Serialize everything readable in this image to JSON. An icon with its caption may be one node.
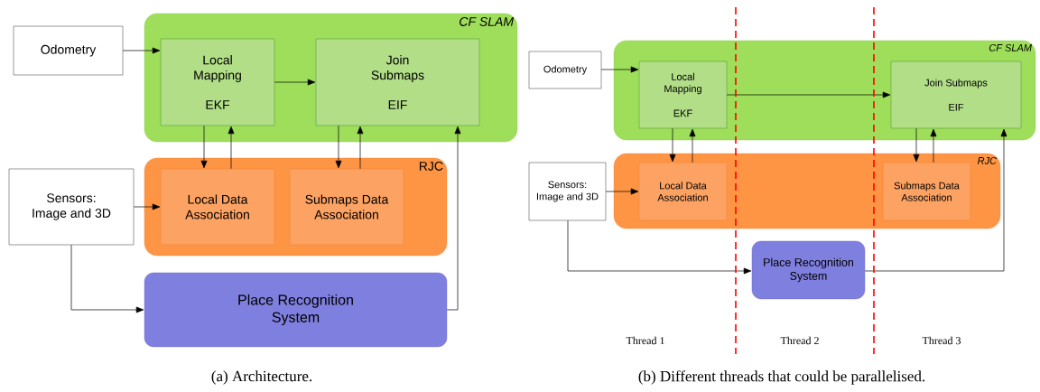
{
  "diagram": {
    "nodes": [
      {
        "text": [
          "CF SLAM"
        ]
      },
      {
        "text": [
          "Local Mapping",
          "EKF"
        ],
        "in": 0
      },
      {
        "text": [
          "Join Submaps",
          "EIF"
        ],
        "in": 0
      },
      {
        "text": [
          "Odometry"
        ]
      },
      {
        "text": [
          "RJC"
        ]
      },
      {
        "text": [
          "Local Data Association"
        ],
        "in": 4
      },
      {
        "text": [
          "Submaps Data Association"
        ],
        "in": 4
      },
      {
        "text": [
          "Sensors: Image and 3D"
        ]
      },
      {
        "text": [
          "Place Recognition System"
        ]
      },
      {
        "text": [
          "CF SLAM"
        ]
      },
      {
        "text": [
          "Local Mapping",
          "EKF"
        ],
        "in": 9
      },
      {
        "text": [
          "Join Submaps",
          "EIF"
        ],
        "in": 9
      },
      {
        "text": [
          "Odometry"
        ]
      },
      {
        "text": [
          "RJC"
        ]
      },
      {
        "text": [
          "Local Data Association"
        ],
        "in": 13
      },
      {
        "text": [
          "Submaps Data Association"
        ],
        "in": 13
      },
      {
        "text": [
          "Sensors: Image and 3D"
        ]
      },
      {
        "text": [
          "Place Recognition System"
        ]
      }
    ],
    "edges": [
      {
        "from": 3,
        "to": 1,
        "arrow": "to"
      },
      {
        "from": 1,
        "to": 2,
        "arrow": "to"
      },
      {
        "from": 1,
        "to": 5,
        "arrow": "to"
      },
      {
        "from": 5,
        "to": 1,
        "arrow": "to"
      },
      {
        "from": 2,
        "to": 6,
        "arrow": "to"
      },
      {
        "from": 6,
        "to": 2,
        "arrow": "to"
      },
      {
        "from": 7,
        "to": 5,
        "arrow": "to"
      },
      {
        "from": 7,
        "to": 8,
        "arrow": "to"
      },
      {
        "from": 8,
        "to": 2,
        "arrow": "to"
      },
      {
        "from": 12,
        "to": 10,
        "arrow": "to"
      },
      {
        "from": 10,
        "to": 11,
        "arrow": "to"
      },
      {
        "from": 10,
        "to": 14,
        "arrow": "to"
      },
      {
        "from": 14,
        "to": 10,
        "arrow": "to"
      },
      {
        "from": 11,
        "to": 15,
        "arrow": "to"
      },
      {
        "from": 15,
        "to": 11,
        "arrow": "to"
      },
      {
        "from": 16,
        "to": 14,
        "arrow": "to"
      },
      {
        "from": 16,
        "to": 17,
        "arrow": "to"
      },
      {
        "from": 17,
        "to": 11,
        "arrow": "to"
      }
    ],
    "labels": [
      "Thread 1",
      "Thread 2",
      "Thread 3",
      "(a) Architecture.",
      "(b) Different threads that could be parallelised."
    ]
  }
}
